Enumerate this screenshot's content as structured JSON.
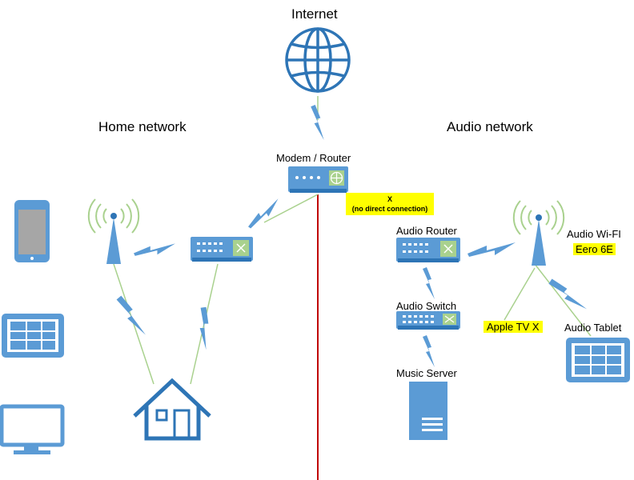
{
  "labels": {
    "internet": "Internet",
    "home_network": "Home network",
    "audio_network": "Audio network",
    "modem_router": "Modem / Router",
    "no_connection_mark": "X",
    "no_connection_text": "(no direct connection)",
    "audio_router": "Audio Router",
    "audio_switch": "Audio Switch",
    "music_server": "Music Server",
    "audio_wifi": "Audio Wi-FI",
    "eero": "Eero 6E",
    "apple_tv": "Apple TV X",
    "audio_tablet": "Audio Tablet"
  },
  "colors": {
    "device_blue": "#5b9bd5",
    "device_dark": "#2e75b6",
    "link_green": "#a9d18e",
    "divider_red": "#c00000",
    "highlight_yellow": "#ffff00"
  },
  "icons": [
    "globe-icon",
    "router-icon",
    "antenna-icon",
    "house-icon",
    "phone-icon",
    "tablet-icon",
    "monitor-icon",
    "switch-icon",
    "server-icon",
    "lightning-icon"
  ]
}
